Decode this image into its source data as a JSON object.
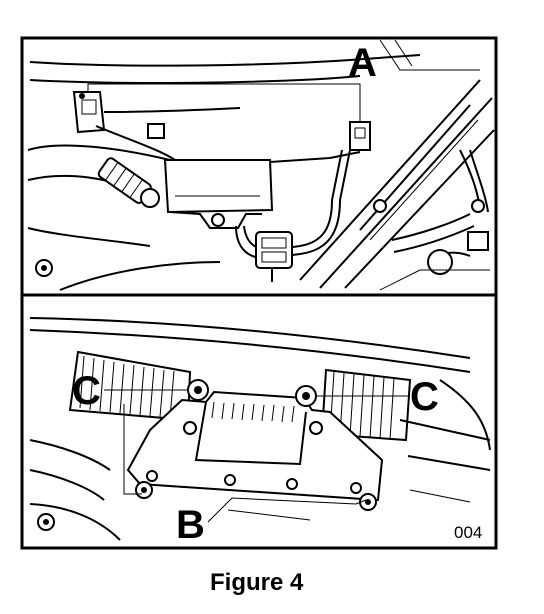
{
  "labels": {
    "a": "A",
    "b": "B",
    "c_left": "C",
    "c_right": "C"
  },
  "figure_code": "004",
  "caption": "Figure 4",
  "colors": {
    "ink": "#000000",
    "paper": "#ffffff"
  }
}
